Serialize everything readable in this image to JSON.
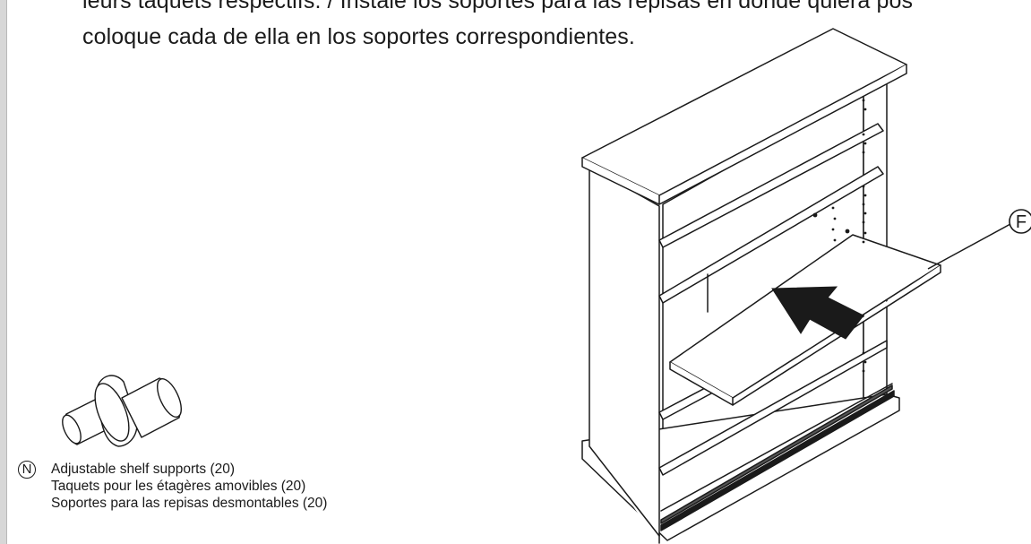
{
  "instructions": {
    "line1": "leurs taquets respectifs. / Instale los soportes para las repisas en donde quiera pos",
    "line2": "coloque cada de ella en los soportes correspondientes."
  },
  "part_n": {
    "letter": "N",
    "names": [
      "Adjustable shelf supports (20)",
      "Taquets pour les étagères amovibles (20)",
      "Soportes para las repisas desmontables (20)"
    ]
  },
  "part_f": {
    "letter": "F"
  },
  "icons": {
    "shelf_support": "shelf-support-peg-icon",
    "arrow": "insert-arrow-icon"
  }
}
